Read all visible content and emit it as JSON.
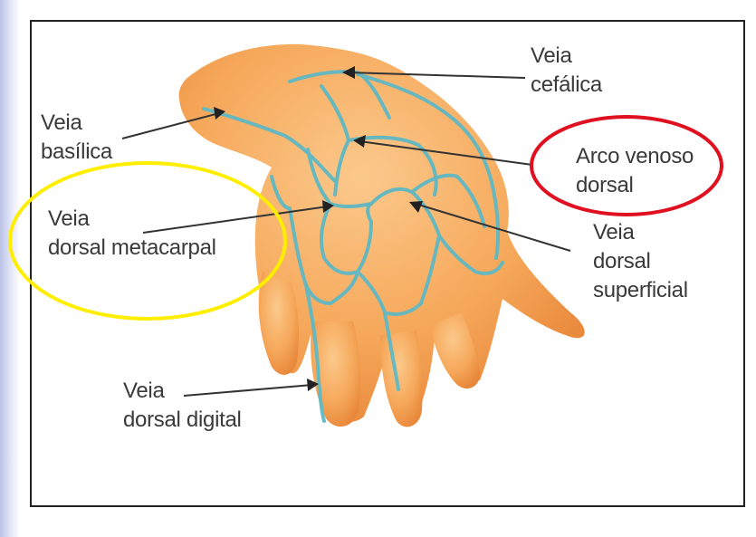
{
  "labels": {
    "cephalic": [
      "Veia",
      "cefálica"
    ],
    "basilic": [
      "Veia",
      "basílica"
    ],
    "dorsal_arch": [
      "Arco venoso",
      "dorsal"
    ],
    "metacarpal": [
      "Veia",
      "dorsal metacarpal"
    ],
    "superficial": [
      "Veia",
      "dorsal",
      "superficial"
    ],
    "digital": [
      "Veia",
      "dorsal digital"
    ]
  },
  "colors": {
    "skin": "#f6a85a",
    "skin_light": "#fbc98c",
    "vein": "#5fb8c4",
    "highlight_red": "#e01020",
    "highlight_yellow": "#ffee00",
    "label_text": "#3a3a3a",
    "frame": "#222222"
  }
}
